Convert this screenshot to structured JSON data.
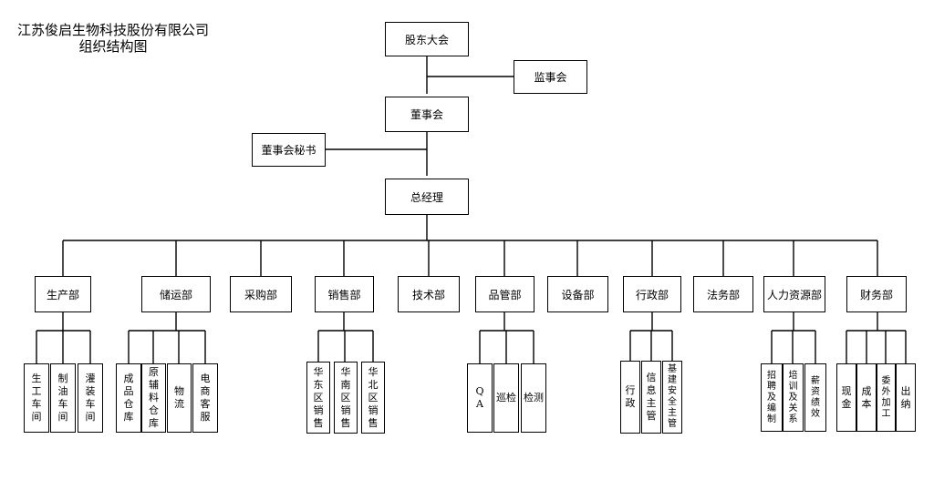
{
  "title": {
    "line1": "江苏俊启生物科技股份有限公司",
    "line2": "组织结构图"
  },
  "top": {
    "shareholders": "股东大会",
    "supervisors": "监事会",
    "board": "董事会",
    "secretary": "董事会秘书",
    "gm": "总经理"
  },
  "departments": [
    {
      "label": "生产部",
      "subs": [
        "生工车间",
        "制油车间",
        "灌装车间"
      ]
    },
    {
      "label": "储运部",
      "subs": [
        "成品仓库",
        "原辅料仓库",
        "物流",
        "电商客服"
      ]
    },
    {
      "label": "采购部",
      "subs": []
    },
    {
      "label": "销售部",
      "subs": [
        "华东区销售",
        "华南区销售",
        "华北区销售"
      ]
    },
    {
      "label": "技术部",
      "subs": []
    },
    {
      "label": "品管部",
      "subs": [
        "QA",
        "巡检",
        "检测"
      ]
    },
    {
      "label": "设备部",
      "subs": []
    },
    {
      "label": "行政部",
      "subs": [
        "行政",
        "信息主管",
        "基建安全主管"
      ]
    },
    {
      "label": "法务部",
      "subs": []
    },
    {
      "label": "人力资源部",
      "subs": [
        "招聘及编制",
        "培训及关系",
        "薪资绩效"
      ]
    },
    {
      "label": "财务部",
      "subs": [
        "现金",
        "成本",
        "委外加工",
        "出纳"
      ]
    }
  ]
}
